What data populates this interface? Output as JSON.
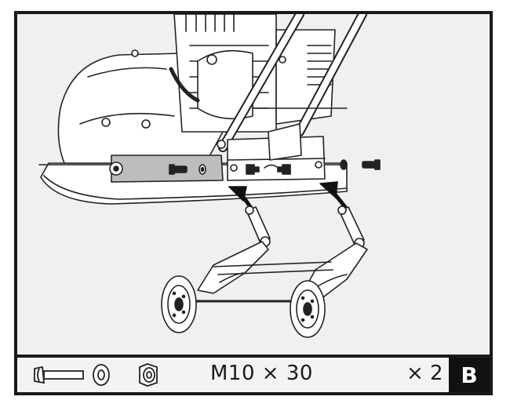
{
  "step_label": "B",
  "fastener": {
    "size": "M10 × 30",
    "quantity": "× 2",
    "icons": [
      "bolt-icon",
      "washer-icon",
      "nut-icon"
    ]
  },
  "colors": {
    "border": "#1a1a1a",
    "background": "#f0f0f0",
    "line": "#222222",
    "part_fill": "#bdbdbd",
    "step_badge": "#111111"
  }
}
